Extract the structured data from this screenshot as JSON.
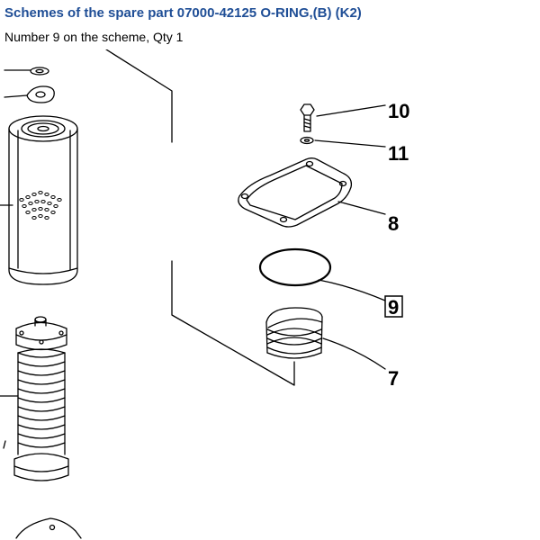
{
  "header": {
    "title": "Schemes of the spare part 07000-42125 O-RING,(B) (K2)",
    "subtitle": "Number 9 on the scheme, Qty 1"
  },
  "diagram": {
    "callouts": {
      "c10": "10",
      "c11": "11",
      "c8": "8",
      "c9": "9",
      "c7": "7"
    },
    "highlighted": "9"
  }
}
